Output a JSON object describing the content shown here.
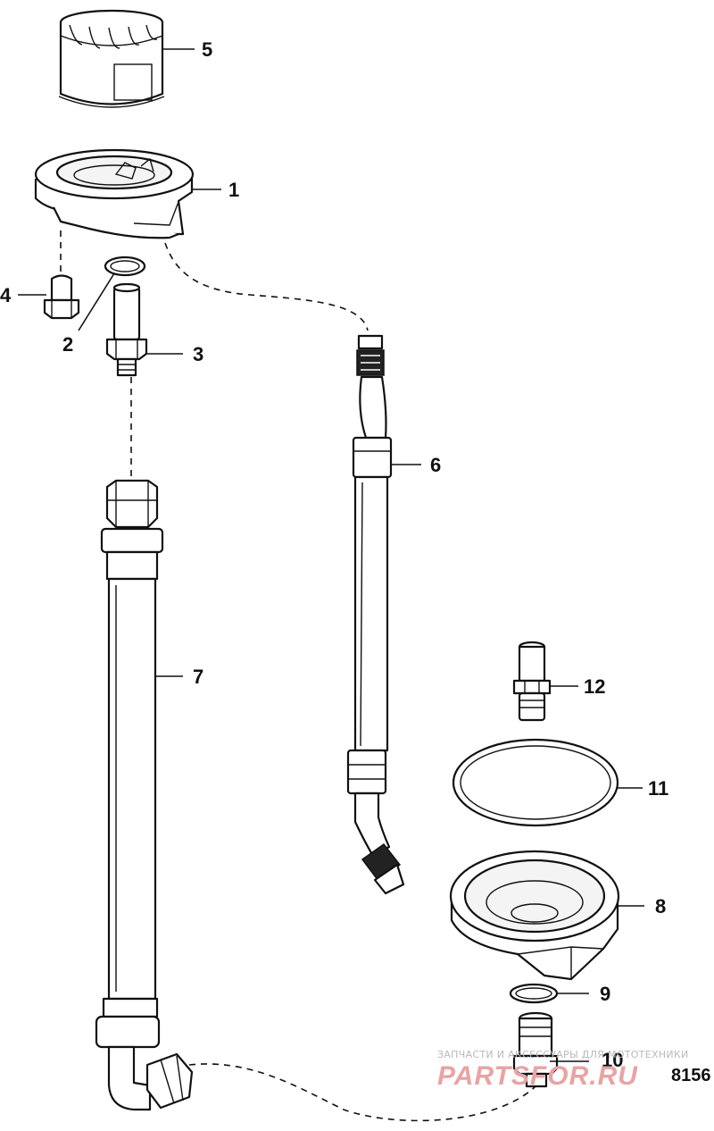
{
  "callouts": {
    "c1": "1",
    "c2": "2",
    "c3": "3",
    "c4": "4",
    "c5": "5",
    "c6": "6",
    "c7": "7",
    "c8": "8",
    "c9": "9",
    "c10": "10",
    "c11": "11",
    "c12": "12"
  },
  "drawing_number": "8156",
  "watermark": {
    "tagline": "ЗАПЧАСТИ И АКСЕССУАРЫ ДЛЯ МОТОТЕХНИКИ",
    "logo": "PARTSFOR.RU"
  },
  "colors": {
    "line": "#111111",
    "watermark_logo": "#e9a3a3",
    "watermark_text": "#b9b9b9"
  }
}
